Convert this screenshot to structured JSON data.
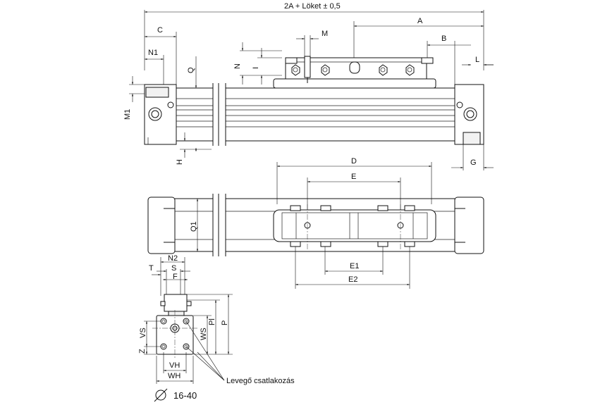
{
  "labels": {
    "overall": "2A + Löket  ±  0,5",
    "A": "A",
    "B": "B",
    "C": "C",
    "M": "M",
    "N": "N",
    "N1": "N1",
    "L": "L",
    "Q": "Q",
    "M1": "M1",
    "H": "H",
    "G": "G",
    "I": "I",
    "D": "D",
    "E": "E",
    "Q1": "Q1",
    "E1": "E1",
    "E2": "E2",
    "N2": "N2",
    "T": "T",
    "S": "S",
    "F": "F",
    "VS": "VS",
    "Z": "Z",
    "WS": "WS",
    "Pl": "Pl",
    "P": "P",
    "VH": "VH",
    "WH": "WH",
    "air": "Levegő csatlakozás",
    "diameter": "16-40"
  }
}
